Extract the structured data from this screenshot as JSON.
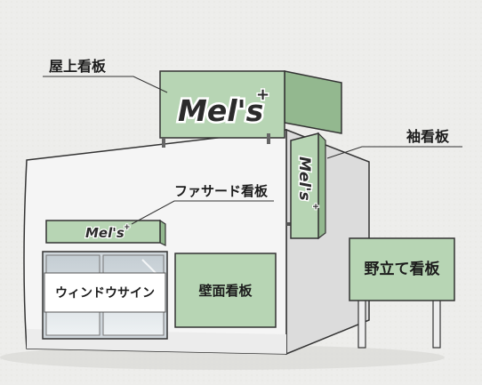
{
  "labels": {
    "rooftop_sign": "屋上看板",
    "projecting_sign": "袖看板",
    "facade_sign": "ファサード看板",
    "window_sign": "ウィンドウサイン",
    "wall_sign": "壁面看板",
    "standing_sign": "野立て看板"
  },
  "logo": {
    "text": "Mel's",
    "plus": "+"
  },
  "colors": {
    "sign_green": "#b7d5b4",
    "sign_green_dark": "#93b88f",
    "building_front": "#f4f4f4",
    "building_side": "#dddddd",
    "outline": "#333333",
    "paper_background": "#ededeb"
  }
}
